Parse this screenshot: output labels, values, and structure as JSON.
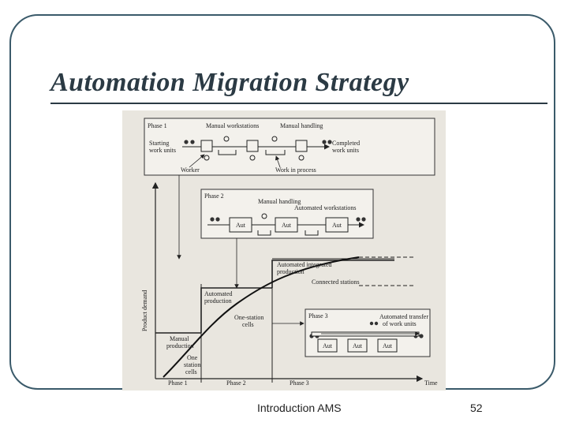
{
  "slide": {
    "title": "Automation Migration Strategy",
    "footer_text": "Introduction AMS",
    "page_number": "52"
  },
  "diagram": {
    "phase1": {
      "label": "Phase 1",
      "manual_workstations": "Manual workstations",
      "manual_handling": "Manual handling",
      "starting_l1": "Starting",
      "starting_l2": "work units",
      "completed_l1": "Completed",
      "completed_l2": "work units",
      "worker": "Worker",
      "wip": "Work in process"
    },
    "phase2": {
      "label": "Phase 2",
      "manual_handling": "Manual handling",
      "automated_workstations": "Automated workstations",
      "stations": [
        "Aut",
        "Aut",
        "Aut"
      ]
    },
    "phase3": {
      "label": "Phase 3",
      "automated_transfer_l1": "Automated transfer",
      "automated_transfer_l2": "of work units",
      "stations": [
        "Aut",
        "Aut",
        "Aut"
      ]
    },
    "graph": {
      "ylabel": "Product demand",
      "xlabel": "Time",
      "x_phases": [
        "Phase 1",
        "Phase 2",
        "Phase 3"
      ],
      "automated_integrated_l1": "Automated integrated",
      "automated_integrated_l2": "production",
      "connected_stations": "Connected stations",
      "automated_production_l1": "Automated",
      "automated_production_l2": "production",
      "one_station_l1": "One-station",
      "one_station_l2": "cells",
      "manual_production_l1": "Manual",
      "manual_production_l2": "production",
      "one_station_cells_l1": "One",
      "one_station_cells_l2": "station",
      "one_station_cells_l3": "cells"
    }
  }
}
